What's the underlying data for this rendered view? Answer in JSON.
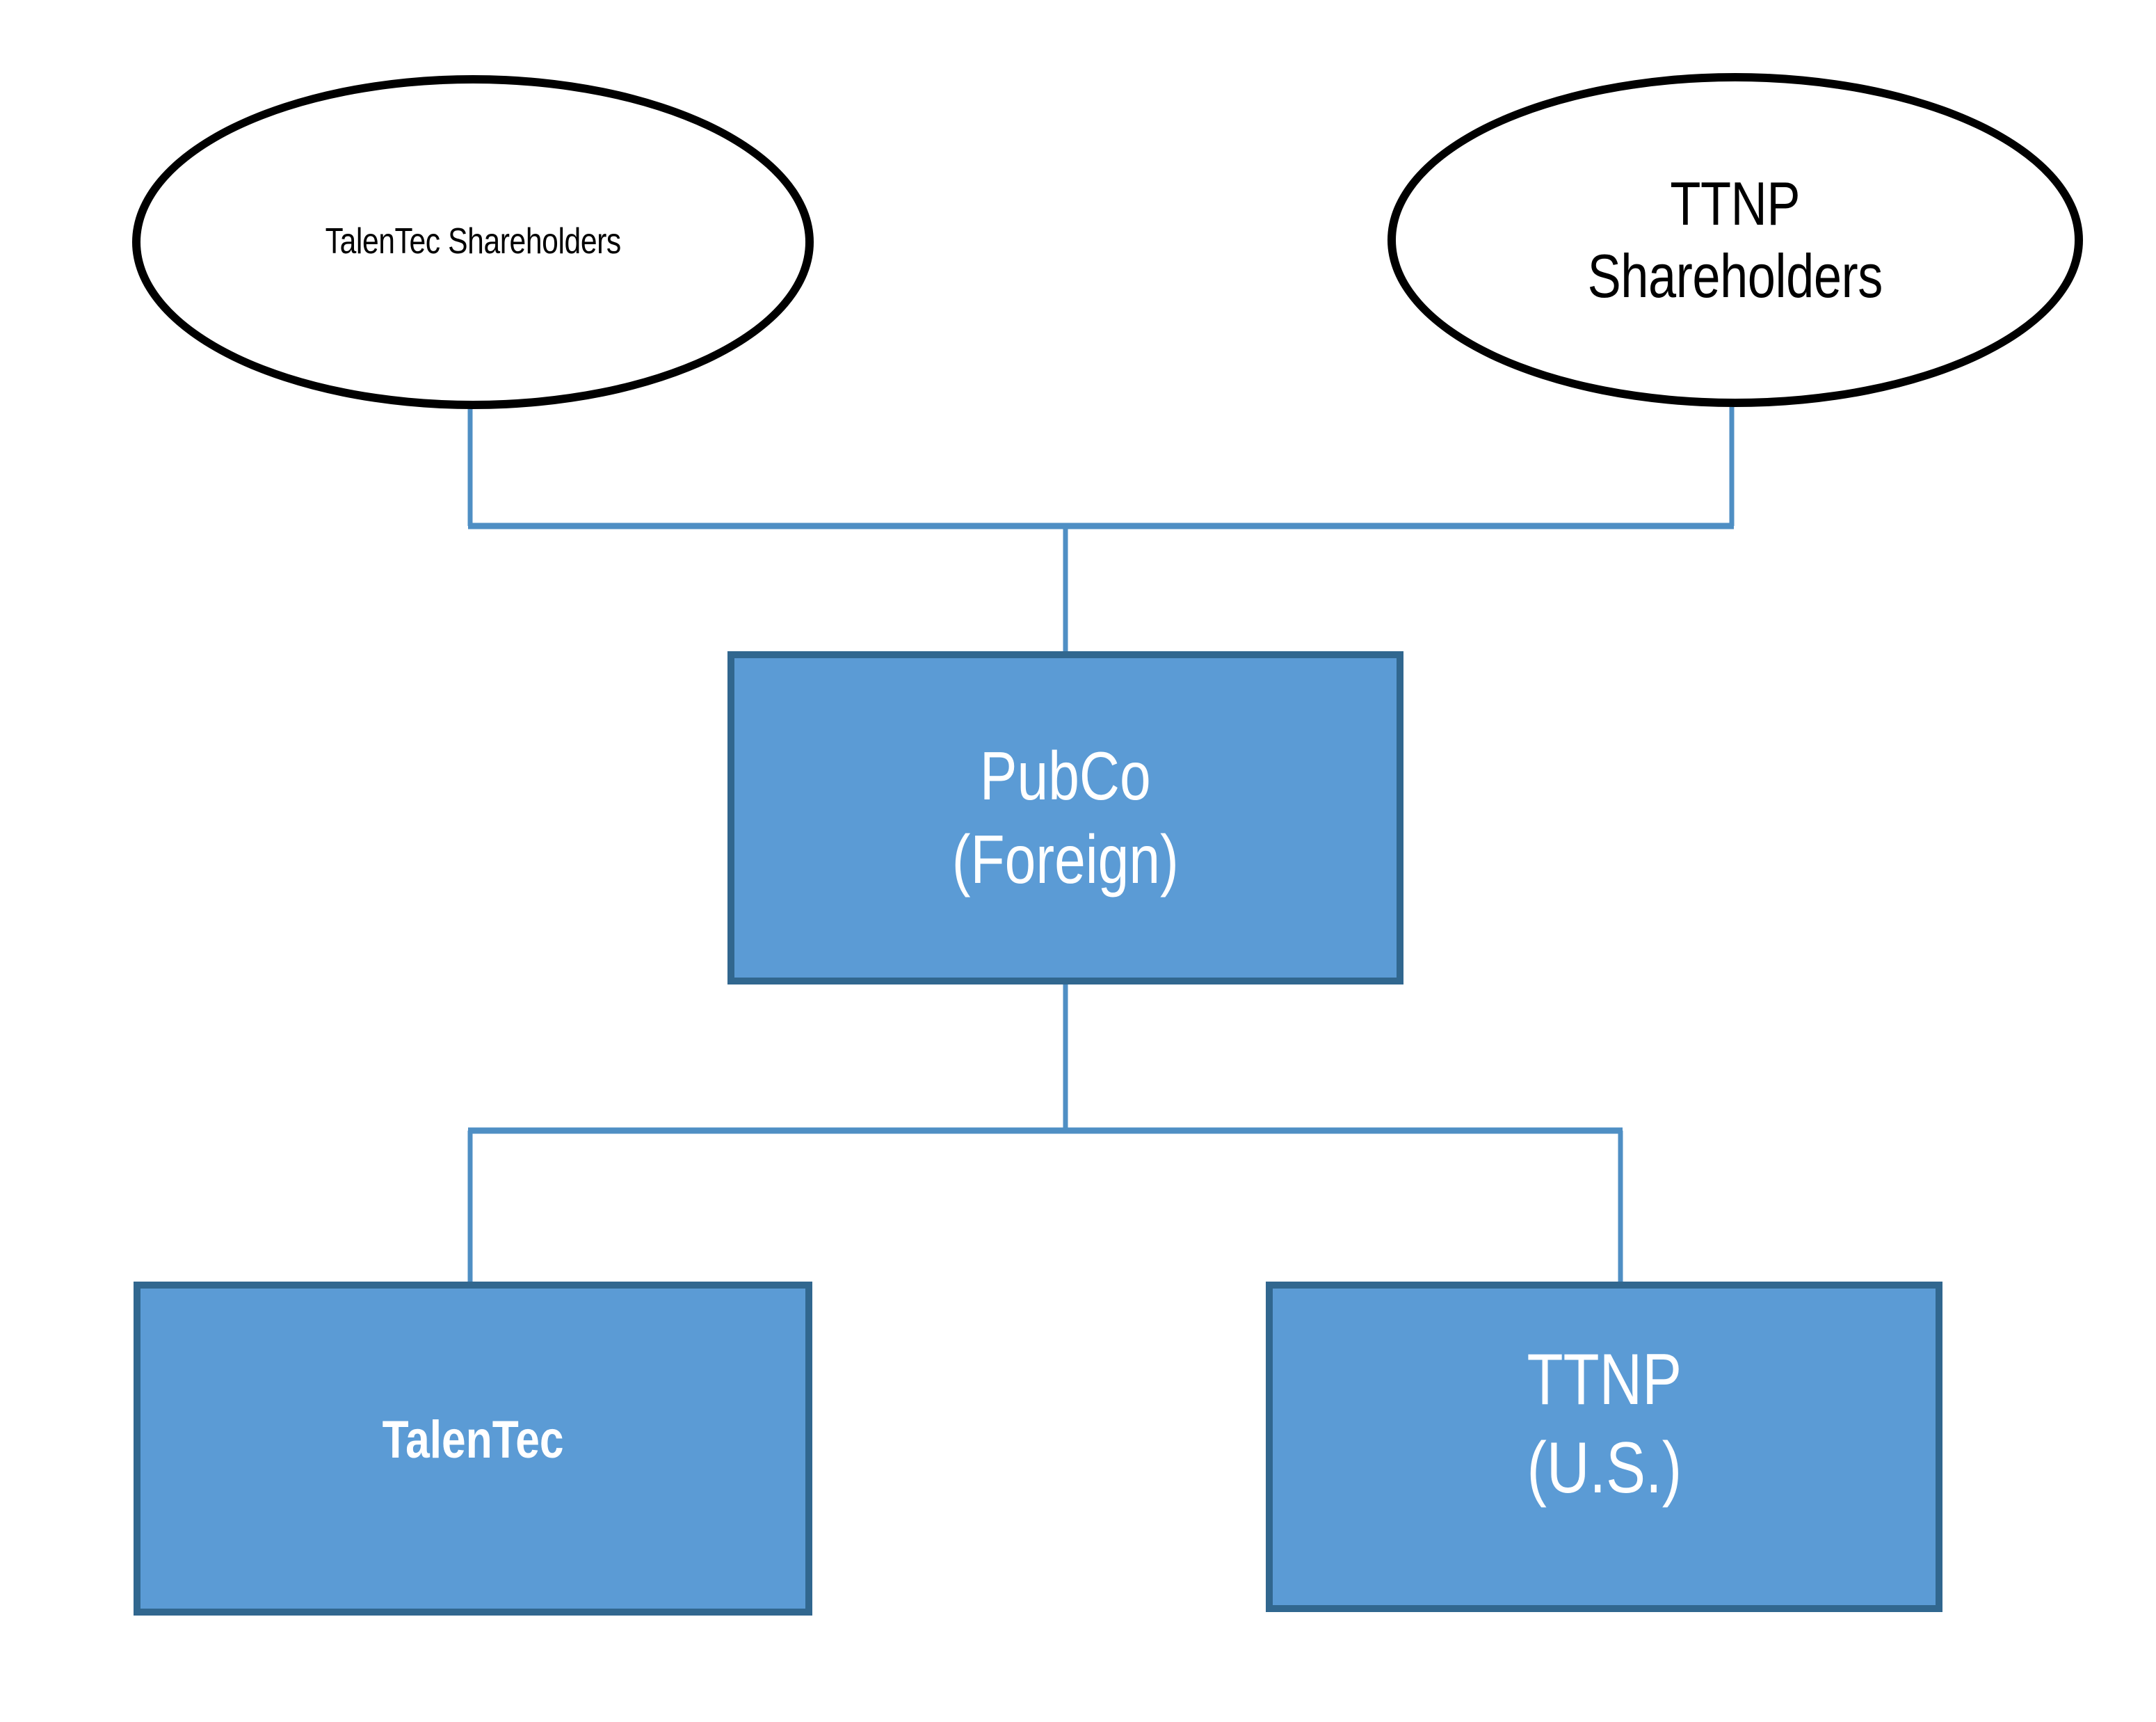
{
  "diagram": {
    "type": "organization-chart",
    "background_color": "#ffffff",
    "connector_color": "#4f8fc4",
    "box_fill_color": "#5b9bd5",
    "box_border_color": "#31678f",
    "ellipse_border_color": "#000000",
    "box_text_color": "#ffffff",
    "ellipse_text_color": "#000000"
  },
  "nodes": {
    "talentec_shareholders": {
      "label": "TalenTec Shareholders",
      "shape": "ellipse"
    },
    "ttnp_shareholders": {
      "label": "TTNP\nShareholders",
      "shape": "ellipse"
    },
    "pubco": {
      "label": "PubCo\n(Foreign)",
      "shape": "rectangle"
    },
    "talentec": {
      "label": "TalenTec",
      "shape": "rectangle"
    },
    "ttnp_us": {
      "label": "TTNP\n(U.S.)",
      "shape": "rectangle"
    }
  },
  "edges": [
    {
      "from": "talentec_shareholders",
      "to": "pubco"
    },
    {
      "from": "ttnp_shareholders",
      "to": "pubco"
    },
    {
      "from": "pubco",
      "to": "talentec"
    },
    {
      "from": "pubco",
      "to": "ttnp_us"
    }
  ]
}
